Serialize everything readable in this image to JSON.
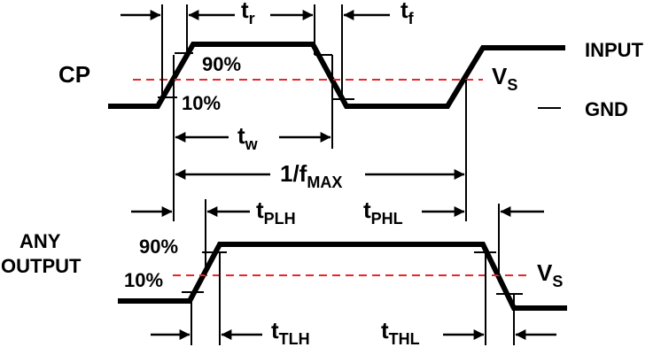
{
  "colors": {
    "ink": "#000000",
    "threshold": "#e8252b",
    "background": "#ffffff"
  },
  "labels": {
    "cp": "CP",
    "input": "INPUT",
    "gnd": "GND",
    "vs_base": "V",
    "vs_sub": "S",
    "pct90": "90%",
    "pct10": "10%",
    "any": "ANY",
    "output": "OUTPUT",
    "tr_base": "t",
    "tr_sub": "r",
    "tf_base": "t",
    "tf_sub": "f",
    "tw_base": "t",
    "tw_sub": "w",
    "fmax_base": "1/f",
    "fmax_sub": "MAX",
    "tplh_base": "t",
    "tplh_sub": "PLH",
    "tphl_base": "t",
    "tphl_sub": "PHL",
    "ttlh_base": "t",
    "ttlh_sub": "TLH",
    "tthl_base": "t",
    "tthl_sub": "THL"
  }
}
